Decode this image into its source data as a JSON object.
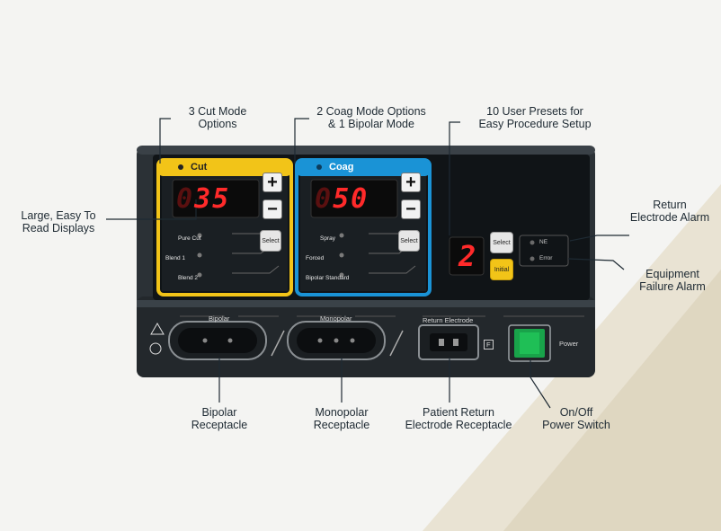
{
  "callouts": {
    "cut_modes": [
      "3 Cut Mode",
      "Options"
    ],
    "coag_modes": [
      "2 Coag Mode Options",
      "& 1 Bipolar Mode"
    ],
    "presets": [
      "10 User Presets for",
      "Easy Procedure Setup"
    ],
    "displays": [
      "Large,  Easy To",
      "Read Displays"
    ],
    "return_alarm": [
      "Return",
      "Electrode Alarm"
    ],
    "failure_alarm": [
      "Equipment",
      "Failure Alarm"
    ],
    "bipolar": [
      "Bipolar",
      "Receptacle"
    ],
    "monopolar": [
      "Monopolar",
      "Receptacle"
    ],
    "patient_return": [
      "Patient Return",
      "Electrode Receptacle"
    ],
    "power": [
      "On/Off",
      "Power Switch"
    ]
  },
  "panel": {
    "cut": {
      "title": "Cut",
      "value": "35",
      "modes": [
        "Pure Cut",
        "Blend 1",
        "Blend 2"
      ],
      "select_label": "Select",
      "color": "#f2c418"
    },
    "coag": {
      "title": "Coag",
      "value": "50",
      "modes": [
        "Spray",
        "Forced",
        "Bipolar Standard"
      ],
      "select_label": "Select",
      "color": "#1a93d6"
    },
    "preset": {
      "value": "2",
      "select_label": "Select",
      "initial_label": "Initial"
    },
    "alarms": {
      "ne_label": "NE",
      "error_label": "Error"
    },
    "sockets": {
      "bipolar_label": "Bipolar",
      "monopolar_label": "Monopolar",
      "return_label": "Return Electrode",
      "f_label": "F",
      "power_label": "Power"
    }
  }
}
